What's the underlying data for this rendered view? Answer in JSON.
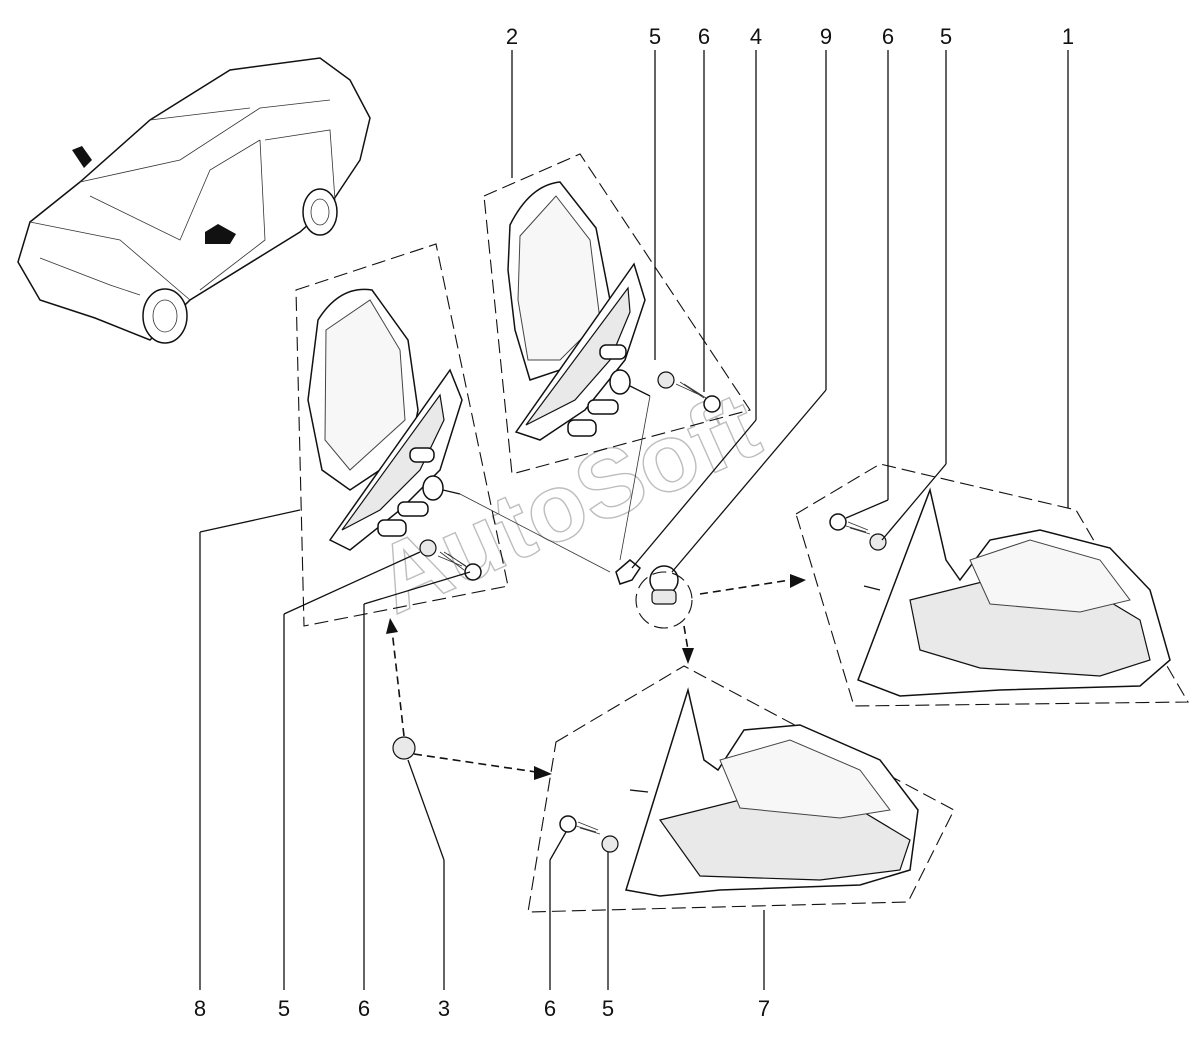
{
  "watermark": "AutoSoft",
  "callouts": {
    "top": [
      "2",
      "5",
      "6",
      "4",
      "9",
      "6",
      "5",
      "1"
    ],
    "bottom": [
      "8",
      "5",
      "6",
      "3",
      "6",
      "5",
      "7"
    ]
  },
  "colors": {
    "line": "#111111",
    "fill": "#ffffff",
    "shade": "#e9e9e9"
  }
}
